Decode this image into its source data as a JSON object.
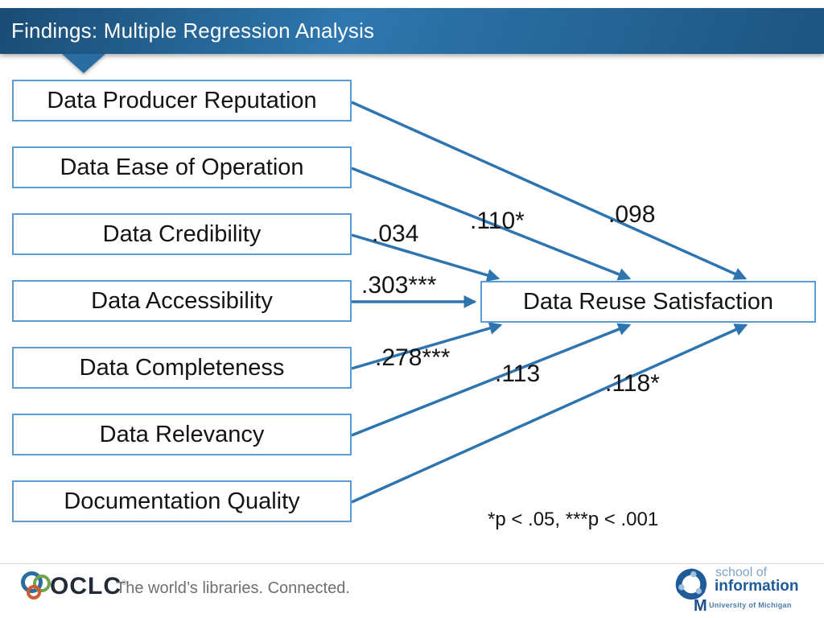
{
  "slide": {
    "title": "Findings: Multiple Regression Analysis",
    "footnote": "*p < .05, ***p < .001"
  },
  "diagram": {
    "outcome": "Data Reuse Satisfaction",
    "predictors": [
      {
        "label": "Data Producer Reputation",
        "coefficient": ".098"
      },
      {
        "label": "Data Ease of Operation",
        "coefficient": ".110*"
      },
      {
        "label": "Data Credibility",
        "coefficient": ".034"
      },
      {
        "label": "Data Accessibility",
        "coefficient": ".303***"
      },
      {
        "label": "Data Completeness",
        "coefficient": ".278***"
      },
      {
        "label": "Data Relevancy",
        "coefficient": ".113"
      },
      {
        "label": "Documentation Quality",
        "coefficient": ".118*"
      }
    ],
    "colors": {
      "arrow": "#2E75B0",
      "box_border": "#5B9BD5",
      "header_top": "#2E77AE",
      "header_bottom": "#1D5480"
    }
  },
  "footer": {
    "oclc": {
      "wordmark": "OCLC",
      "trademark": "®",
      "tagline": "The world’s libraries. Connected."
    },
    "umsi": {
      "school_of": "school of",
      "information": "information",
      "m": "M",
      "university": "University of Michigan"
    }
  }
}
